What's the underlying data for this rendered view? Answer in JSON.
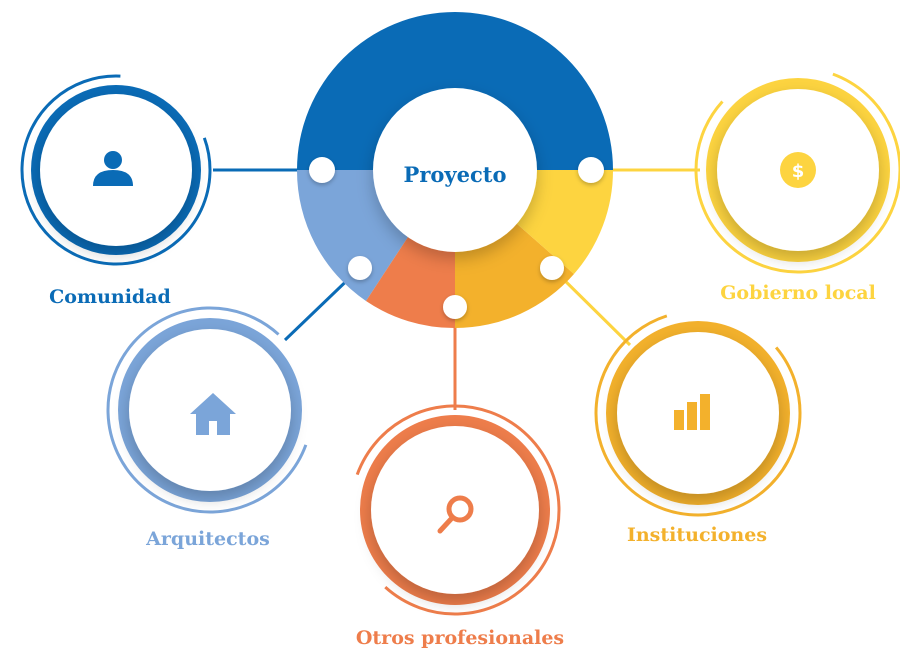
{
  "center": {
    "label": "Proyecto"
  },
  "nodes": [
    {
      "id": "comunidad",
      "label": "Comunidad",
      "icon": "person-icon",
      "color": "#0a6bb6"
    },
    {
      "id": "arquitectos",
      "label": "Arquitectos",
      "icon": "house-icon",
      "color": "#7ba5d9"
    },
    {
      "id": "otros",
      "label": "Otros profesionales",
      "icon": "magnifier-icon",
      "color": "#ee7d4b"
    },
    {
      "id": "instituciones",
      "label": "Instituciones",
      "icon": "bar-chart-icon",
      "color": "#f3b12c"
    },
    {
      "id": "gobierno",
      "label": "Gobierno local",
      "icon": "dollar-coin-icon",
      "color": "#fdd440"
    }
  ],
  "icon_glyphs": {
    "dollar": "$"
  }
}
